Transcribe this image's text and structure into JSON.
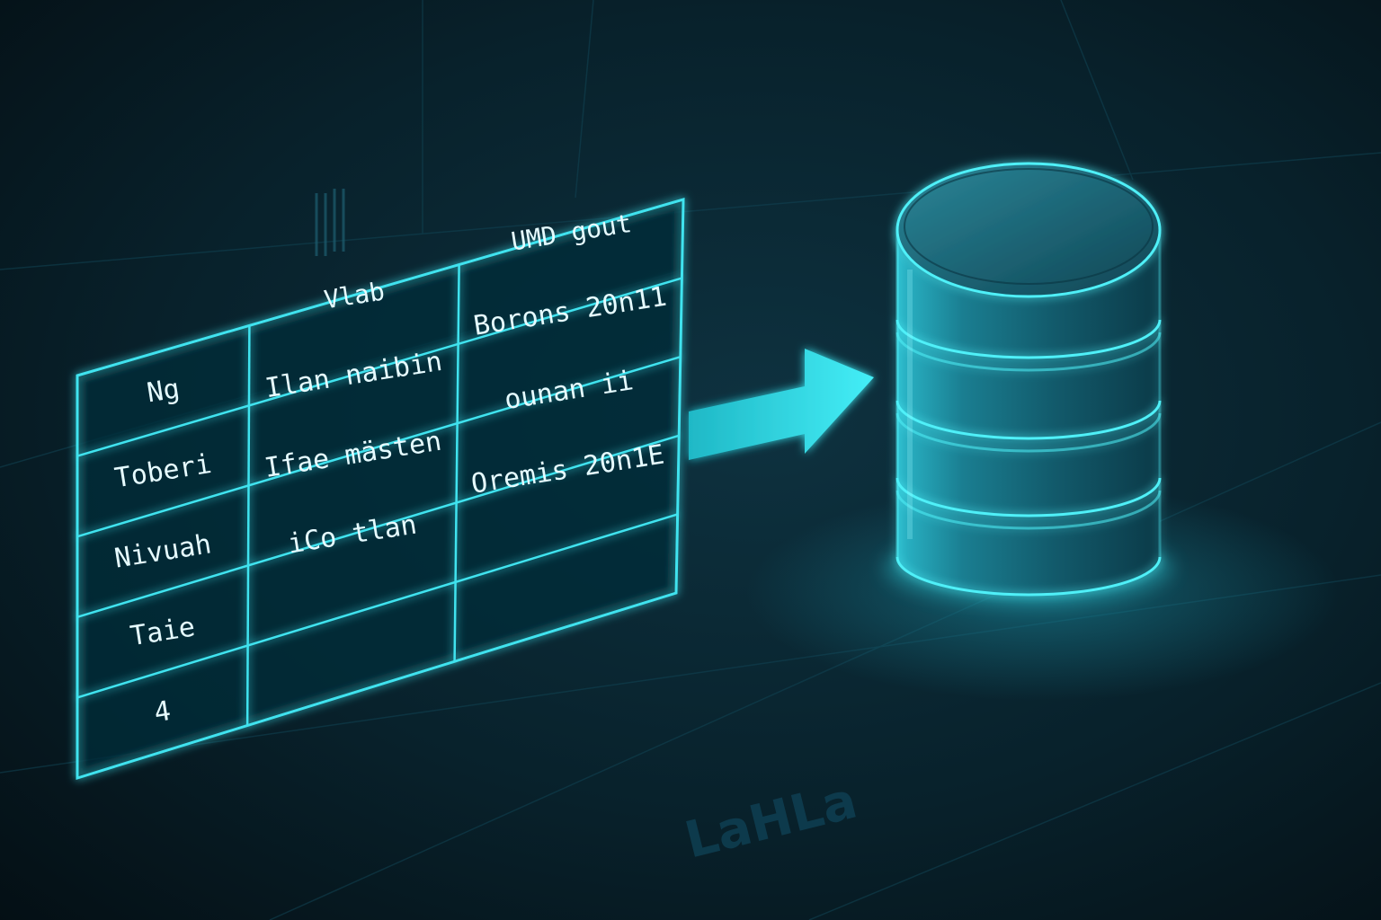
{
  "scene": {
    "colors": {
      "background": "#06161d",
      "glow": "#38e6f2",
      "table_line": "#3fe3ef",
      "cell_text": "#e6fbff",
      "database_body": "#17667a",
      "arrow": "#38e0ea"
    },
    "table": {
      "column_1": [
        "Ng",
        "Toberi",
        "Nivuah",
        "Taie",
        "4"
      ],
      "column_2": [
        "Vlab",
        "Ilan naibin",
        "Ifae mästen",
        "iCo tlan"
      ],
      "column_3": [
        "UMD gout",
        "Borons 20n11",
        "ounan ii",
        "Oremis 20n1E"
      ]
    },
    "arrow_icon": "right-arrow-icon",
    "database_icon": "database-cylinder-icon",
    "background_text": "LaHLa"
  }
}
